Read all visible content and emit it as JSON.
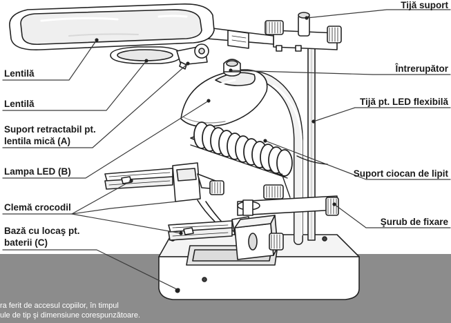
{
  "labels": {
    "tija_suport": "Tijă suport",
    "intrerupator": "Întrerupător",
    "tija_led": "Tijă pt. LED flexibilă",
    "suport_ciocan": "Suport ciocan de lipit",
    "surub": "Şurub de fixare",
    "lentila_1": "Lentilă",
    "lentila_2": "Lentilă",
    "suport_retractabil_1": "Suport retractabil pt.",
    "suport_retractabil_2": "lentila mică (A)",
    "lampa_led": "Lampa LED (B)",
    "clema": "Clemă crocodil",
    "baza_1": "Bază cu locaş pt.",
    "baza_2": "baterii (C)"
  },
  "warning": {
    "line_1": "ra ferit de accesul copiilor, în timpul",
    "line_2": "ule de tip şi dimensiune corespunzătoare."
  }
}
